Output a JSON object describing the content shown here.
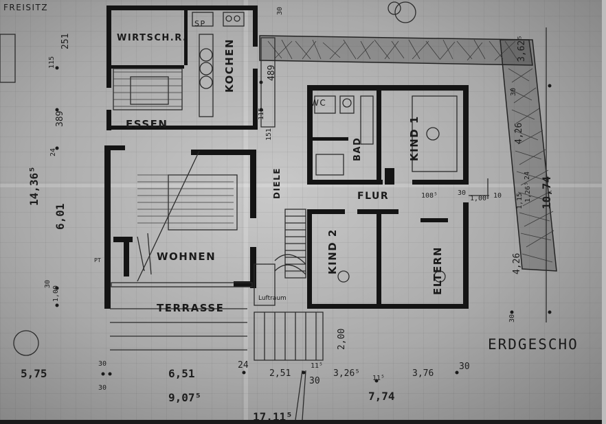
{
  "plan": {
    "title": "ERDGESCHO",
    "corner_label": "FREISITZ",
    "rooms": {
      "wirtschr": "WIRTSCH.R.",
      "sp": "SP",
      "kochen": "KOCHEN",
      "essen": "ESSEN",
      "wc": "WC",
      "bad": "BAD",
      "kind1": "KIND 1",
      "diele": "DIELE",
      "flur": "FLUR",
      "kind2": "KIND 2",
      "eltern": "ELTERN",
      "wohnen": "WOHNEN",
      "terrasse": "TERRASSE",
      "luftraum": "Luftraum",
      "pt": "PT"
    },
    "dimensions": {
      "d_251_top": "251",
      "d_115_top": "115",
      "d_389": "389",
      "d_24_left": "24",
      "d_1436": "14,36⁵",
      "d_601": "6,01",
      "d_30_left": "30",
      "d_100_left": "1,00",
      "d_575": "5,75",
      "d_30_top": "30",
      "d_489": "489",
      "d_151": "151",
      "d_115_mid": "115",
      "d_30_bottom_a": "30",
      "d_30_bottom_b": "30",
      "d_651": "6,51",
      "d_9075": "9,07⁵",
      "d_24_bottom": "24",
      "d_251_bottom": "2,51",
      "d_115_bottom": "11⁵",
      "d_30_stair": "30",
      "d_200": "2,00",
      "d_3265": "3,26⁵",
      "d_115_b2": "11⁵",
      "d_774": "7,74",
      "d_376": "3,76",
      "d_30_right_b": "30",
      "d_17115": "17,11⁵",
      "d_108": "108⁵",
      "d_30_flur": "30",
      "d_100_flur": "1,00",
      "d_10": "10",
      "d_3625": "3,62⁵",
      "d_30_right": "30",
      "d_426_top": "4,26",
      "d_1074": "10,74",
      "d_1265": "1,26⁵",
      "d_115_right": "1,15",
      "d_24_right": "24",
      "d_426_bottom": "4,26",
      "d_30_far": "30"
    }
  }
}
